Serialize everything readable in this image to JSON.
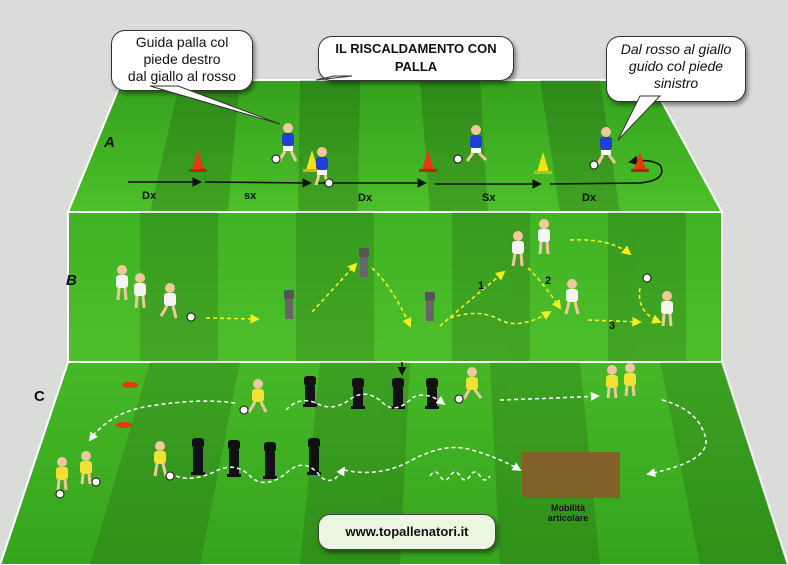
{
  "title": "IL RISCALDAMENTO CON PALLA",
  "callouts": {
    "left": [
      "Guida palla col",
      "piede destro",
      "dal giallo al rosso"
    ],
    "right": [
      "Dal rosso al giallo",
      "guido col piede",
      "sinistro"
    ]
  },
  "rows": {
    "a": "A",
    "b": "B",
    "c": "C"
  },
  "lane_labels": [
    "Dx",
    "sx",
    "Dx",
    "Sx",
    "Dx"
  ],
  "numbers": [
    "1",
    "2",
    "3"
  ],
  "mobility": [
    "Mobilità",
    "articolare"
  ],
  "website": "www.topallenatori.it",
  "colors": {
    "grass_light": "#4fbf2a",
    "grass_dark": "#3aa51f",
    "line": "#ffffff",
    "cone_red": "#e8380f",
    "cone_yellow": "#f3e21a",
    "team_blue": "#1f3fd6",
    "team_yellow": "#f2e135",
    "team_white": "#f4f4f4",
    "mannequin": "#111111",
    "mobility_zone": "#8b5a2b"
  }
}
